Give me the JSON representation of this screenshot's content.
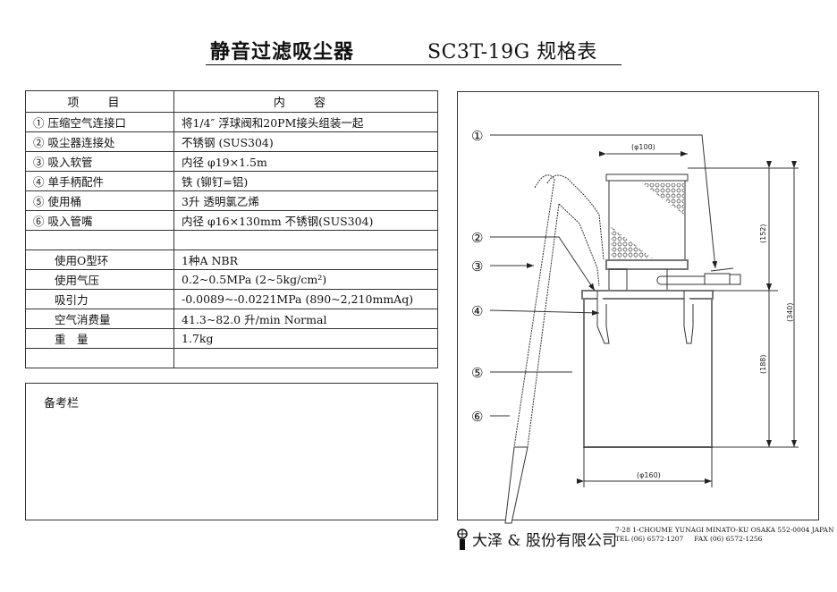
{
  "title": {
    "name": "静音过滤吸尘器",
    "model_spec": "SC3T-19G  规格表"
  },
  "table": {
    "headers": [
      "项 目",
      "内 容"
    ],
    "rows": [
      {
        "item": "① 压缩空气连接口",
        "content": "将1/4″ 浮球阀和20PM接头组装一起"
      },
      {
        "item": "② 吸尘器连接处",
        "content": "不锈钢 (SUS304)"
      },
      {
        "item": "③ 吸入软管",
        "content": "内径  φ19×1.5m"
      },
      {
        "item": "④ 单手柄配件",
        "content": "铁 (铆钉=铝)"
      },
      {
        "item": "⑤ 使用桶",
        "content": "3升  透明氯乙烯"
      },
      {
        "item": "⑥ 吸入管嘴",
        "content": "内径 φ16×130mm   不锈钢(SUS304)"
      },
      {
        "item": "",
        "content": ""
      },
      {
        "item": "使用O型环",
        "content": "1种A  NBR"
      },
      {
        "item": "使用气压",
        "content": "0.2~0.5MPa  (2~5kg/cm²)"
      },
      {
        "item": "吸引力",
        "content": "-0.0089~-0.0221MPa  (890~2,210mmAq)"
      },
      {
        "item": "空气消费量",
        "content": "41.3~82.0 升/min  Normal"
      },
      {
        "item": "重　量",
        "content": "1.7kg"
      },
      {
        "item": "",
        "content": ""
      }
    ]
  },
  "remarks": {
    "label": "备考栏"
  },
  "drawing": {
    "callouts": [
      "①",
      "②",
      "③",
      "④",
      "⑤",
      "⑥"
    ],
    "dims": {
      "top_dia": "(φ100)",
      "bottom_dia": "(φ160)",
      "upper_h": "(152)",
      "lower_h": "(188)",
      "total_h": "(340)"
    }
  },
  "footer": {
    "company": "大泽 & 股份有限公司",
    "address": "7-28 1-CHOUME YUNAGI MINATO-KU OSAKA 552-0004 JAPAN",
    "phone": "TEL (06) 6572-1207     FAX (06) 6572-1256"
  }
}
